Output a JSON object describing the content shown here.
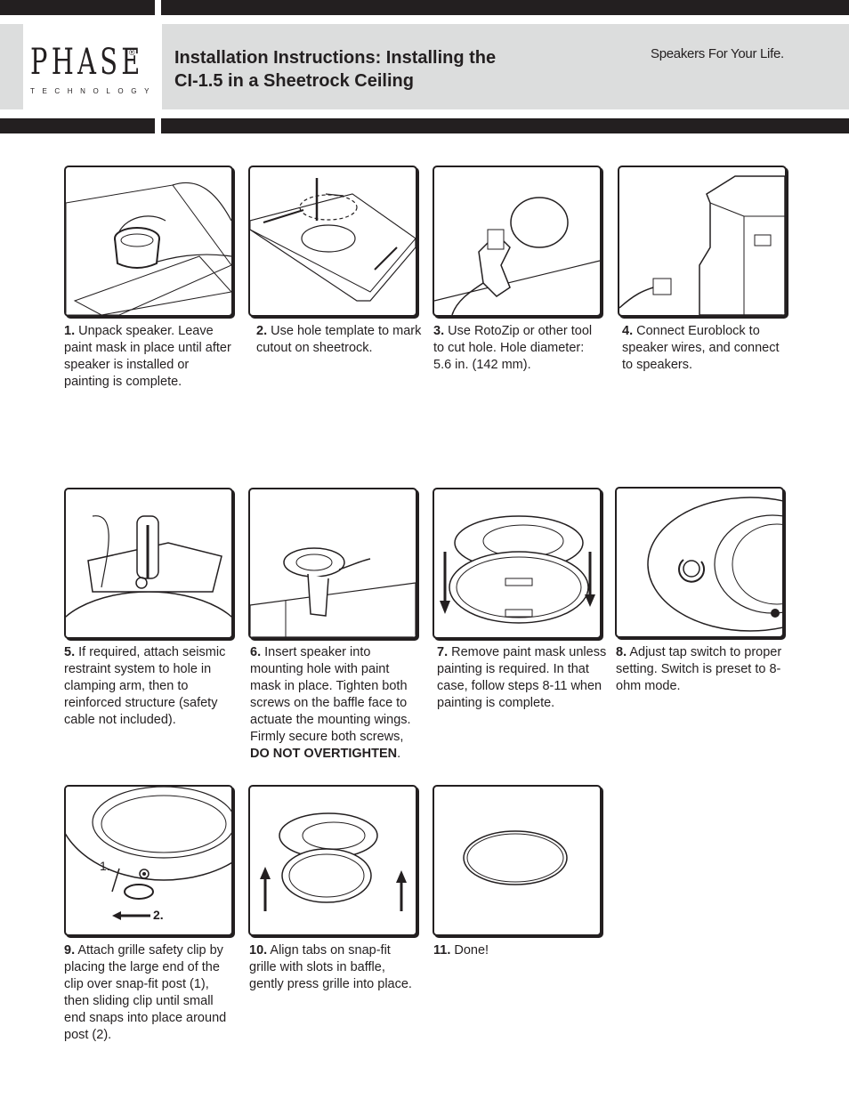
{
  "header": {
    "logo_word": "PHASE",
    "logo_reg": "®",
    "logo_sub": "TECHNOLOGY",
    "title_line1": "Installation Instructions: Installing the",
    "title_line2": "CI-1.5 in a Sheetrock Ceiling",
    "tagline": "Speakers For Your Life."
  },
  "steps": [
    {
      "num": "1.",
      "text": "Unpack speaker. Leave paint mask in place until after speaker is installed or painting is complete."
    },
    {
      "num": "2.",
      "text": "Use hole template to mark cutout on sheetrock."
    },
    {
      "num": "3.",
      "text": "Use RotoZip or other tool to cut hole. Hole diameter: 5.6 in. (142 mm)."
    },
    {
      "num": "4.",
      "text": "Connect Euroblock to speaker wires, and connect to speakers."
    },
    {
      "num": "5.",
      "text": "If required, attach seismic restraint system to hole in clamping arm, then to reinforced structure (safety cable not included)."
    },
    {
      "num": "6.",
      "text": "Insert speaker into mounting hole with paint mask in place. Tighten both screws on the baffle face to actuate the mounting wings. Firmly secure both screws,",
      "emphasis": "DO NOT OVERTIGHTEN",
      "tail": "."
    },
    {
      "num": "7.",
      "text": "Remove paint mask unless painting is required. In that case, follow steps 8-11 when painting is complete."
    },
    {
      "num": "8.",
      "text": "Adjust tap switch to proper setting. Switch is preset to 8-ohm mode."
    },
    {
      "num": "9.",
      "text": "Attach grille safety clip by placing the large end of the clip over snap-fit post (1), then sliding clip until small end snaps into place around post (2)."
    },
    {
      "num": "10.",
      "text": "Align tabs on snap-fit grille with slots in baffle, gently press grille into place."
    },
    {
      "num": "11.",
      "text": "Done!"
    }
  ],
  "figure_labels": {
    "step9_post1": "1.",
    "step9_post2": "2."
  }
}
